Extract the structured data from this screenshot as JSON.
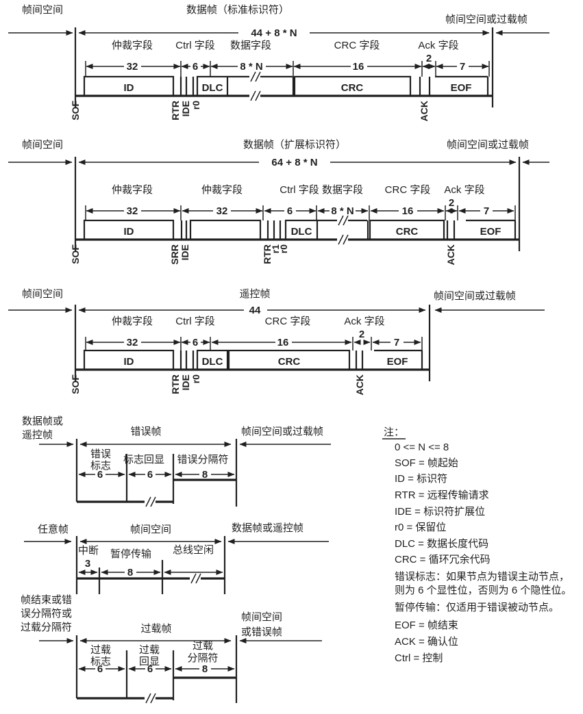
{
  "colors": {
    "ink": "#1f1f1f",
    "background": "#ffffff"
  },
  "frames": [
    {
      "id": "standard-data-frame",
      "left_label": "帧间空间",
      "title": "数据帧（标准标识符）",
      "right_label": "帧间空间或过载帧",
      "total_bits": "44 + 8 * N",
      "fields": [
        "仲裁字段",
        "Ctrl 字段",
        "数据字段",
        "CRC 字段",
        "Ack 字段"
      ],
      "counts": [
        "32",
        "6",
        "8 * N",
        "16",
        "2",
        "7"
      ],
      "boxes": [
        "ID",
        "DLC",
        "CRC",
        "EOF"
      ],
      "bits": [
        "SOF",
        "RTR",
        "IDE",
        "r0",
        "ACK"
      ]
    },
    {
      "id": "extended-data-frame",
      "left_label": "帧间空间",
      "title": "数据帧（扩展标识符）",
      "right_label": "帧间空间或过载帧",
      "total_bits": "64 + 8 * N",
      "fields": [
        "仲裁字段",
        "仲裁字段",
        "Ctrl 字段",
        "数据字段",
        "CRC 字段",
        "Ack 字段"
      ],
      "counts": [
        "32",
        "32",
        "6",
        "8 * N",
        "16",
        "2",
        "7"
      ],
      "boxes": [
        "ID",
        "DLC",
        "CRC",
        "EOF"
      ],
      "bits": [
        "SOF",
        "SRR",
        "IDE",
        "RTR",
        "r1",
        "r0",
        "ACK"
      ]
    },
    {
      "id": "remote-frame",
      "left_label": "帧间空间",
      "title": "遥控帧",
      "right_label": "帧间空间或过载帧",
      "total_bits": "44",
      "fields": [
        "仲裁字段",
        "Ctrl 字段",
        "CRC 字段",
        "Ack 字段"
      ],
      "counts": [
        "32",
        "6",
        "16",
        "2",
        "7"
      ],
      "boxes": [
        "ID",
        "DLC",
        "CRC",
        "EOF"
      ],
      "bits": [
        "SOF",
        "RTR",
        "IDE",
        "r0",
        "ACK"
      ]
    },
    {
      "id": "error-frame",
      "left_label_lines": [
        "数据帧或",
        "遥控帧"
      ],
      "title": "错误帧",
      "right_label": "帧间空间或过载帧",
      "fields": [
        [
          "错误",
          "标志"
        ],
        [
          "标志回显"
        ],
        [
          "错误分隔符"
        ]
      ],
      "counts": [
        "6",
        "6",
        "8"
      ]
    },
    {
      "id": "interframe-space",
      "left_label": "任意帧",
      "title": "帧间空间",
      "right_label": "数据帧或遥控帧",
      "fields": [
        "中断",
        "暂停传输",
        "总线空闲"
      ],
      "counts": [
        "3",
        "8"
      ]
    },
    {
      "id": "overload-frame",
      "left_label_lines": [
        "帧结束或错",
        "误分隔符或",
        "过载分隔符"
      ],
      "title": "过载帧",
      "right_label_lines": [
        "帧间空间",
        "或错误帧"
      ],
      "fields": [
        [
          "过载",
          "标志"
        ],
        [
          "过载",
          "回显"
        ],
        [
          "过载",
          "分隔符"
        ]
      ],
      "counts": [
        "6",
        "6",
        "8"
      ]
    }
  ],
  "notes": {
    "title": "注：",
    "lines": [
      "0 <= N <= 8",
      "SOF = 帧起始",
      "ID = 标识符",
      "RTR = 远程传输请求",
      "IDE = 标识符扩展位",
      "r0 = 保留位",
      "DLC = 数据长度代码",
      "CRC = 循环冗余代码",
      "错误标志：如果节点为错误主动节点，",
      "则为 6 个显性位，否则为 6 个隐性位。",
      "暂停传输：仅适用于错误被动节点。",
      "EOF = 帧结束",
      "ACK = 确认位",
      "Ctrl = 控制"
    ]
  }
}
